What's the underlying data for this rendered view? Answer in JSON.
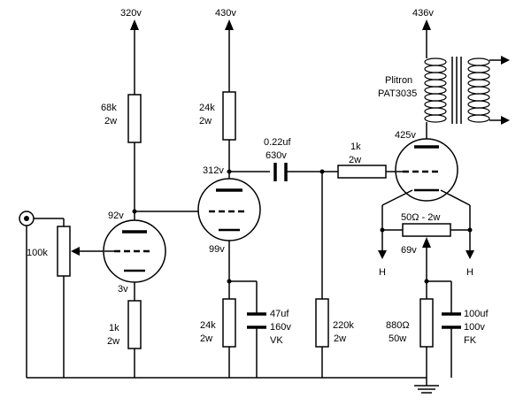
{
  "rails": {
    "v1": "320v",
    "v2": "430v",
    "v3": "436v"
  },
  "transformer": {
    "label1": "Plitron",
    "label2": "PAT3035"
  },
  "stage1": {
    "r_value": "68k",
    "r_power": "2w",
    "plate_v": "92v",
    "cathode_v": "3v",
    "rk_value": "1k",
    "rk_power": "2w",
    "pot_value": "100k"
  },
  "stage2": {
    "r_value": "24k",
    "r_power": "2w",
    "plate_v": "312v",
    "cathode_v": "99v",
    "rk_value": "24k",
    "rk_power": "2w",
    "cap_value": "47uf",
    "cap_voltage": "160v",
    "cap_name": "VK"
  },
  "coupling": {
    "cap_value": "0.22uf",
    "cap_voltage": "630v",
    "grid_r_value": "220k",
    "grid_r_power": "2w",
    "stop_r_value": "1k",
    "stop_r_power": "2w"
  },
  "output": {
    "plate_v": "425v",
    "hum_pot": "50Ω - 2w",
    "cathode_v": "69v",
    "heater_a": "H",
    "heater_b": "H",
    "rk_value": "880Ω",
    "rk_power": "50w",
    "cap_value": "100uf",
    "cap_voltage": "100v",
    "cap_name": "FK"
  }
}
